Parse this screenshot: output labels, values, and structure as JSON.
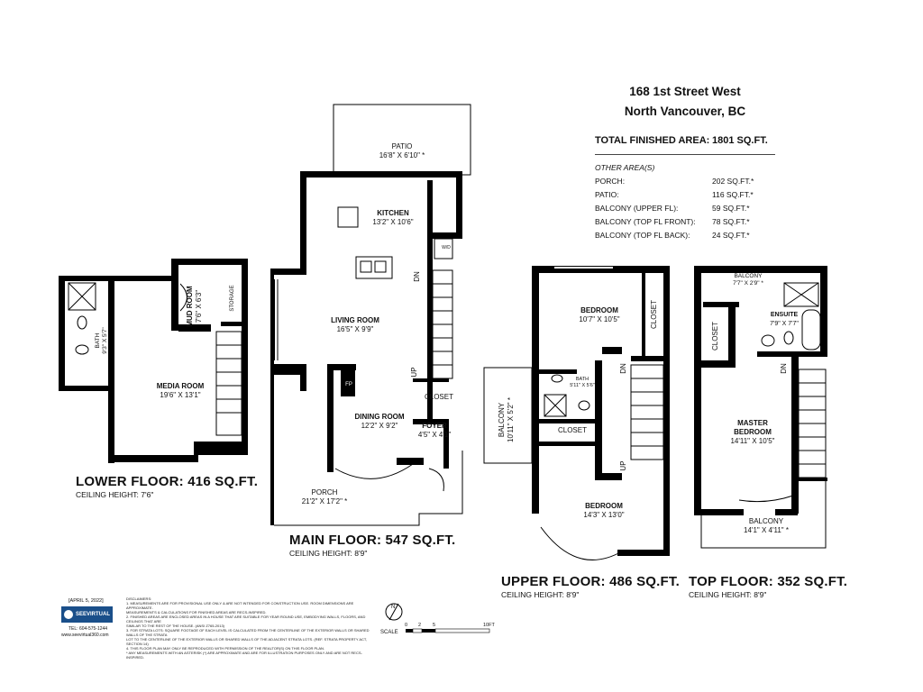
{
  "header": {
    "address_line1": "168 1st Street West",
    "address_line2": "North Vancouver, BC",
    "total_label": "TOTAL FINISHED AREA:",
    "total_value": "1801 SQ.FT."
  },
  "other_areas": {
    "heading": "OTHER AREA(S)",
    "items": [
      {
        "label": "PORCH:",
        "value": "202 SQ.FT.*"
      },
      {
        "label": "PATIO:",
        "value": "116 SQ.FT.*"
      },
      {
        "label": "BALCONY (UPPER FL):",
        "value": "59 SQ.FT.*"
      },
      {
        "label": "BALCONY (TOP FL FRONT):",
        "value": "78 SQ.FT.*"
      },
      {
        "label": "BALCONY (TOP FL BACK):",
        "value": "24 SQ.FT.*"
      }
    ]
  },
  "floors": {
    "lower": {
      "title": "LOWER FLOOR: 416 SQ.FT.",
      "ceiling": "CEILING HEIGHT: 7'6\""
    },
    "main": {
      "title": "MAIN FLOOR: 547 SQ.FT.",
      "ceiling": "CEILING HEIGHT: 8'9\""
    },
    "upper": {
      "title": "UPPER FLOOR: 486 SQ.FT.",
      "ceiling": "CEILING HEIGHT: 8'9\""
    },
    "top": {
      "title": "TOP FLOOR: 352 SQ.FT.",
      "ceiling": "CEILING HEIGHT: 8'9\""
    }
  },
  "rooms": {
    "media": {
      "name": "MEDIA ROOM",
      "dims": "19'6\" X 13'1\""
    },
    "mud": {
      "name": "MUD ROOM",
      "dims": "7'6\" X 6'3\""
    },
    "storage": {
      "name": "STORAGE"
    },
    "bath_lower": {
      "name": "BATH",
      "dims": "9'3\" X 5'7\""
    },
    "patio": {
      "name": "PATIO",
      "dims": "16'8\" X 6'10\" *"
    },
    "kitchen": {
      "name": "KITCHEN",
      "dims": "13'2\" X 10'6\""
    },
    "wd": {
      "name": "W/D"
    },
    "living": {
      "name": "LIVING ROOM",
      "dims": "16'5\" X 9'9\""
    },
    "dining": {
      "name": "DINING ROOM",
      "dims": "12'2\" X 9'2\""
    },
    "fp": {
      "name": "FP"
    },
    "closet_main": {
      "name": "CLOSET"
    },
    "foyer": {
      "name": "FOYER",
      "dims": "4'5\" X 4'1\""
    },
    "porch": {
      "name": "PORCH",
      "dims": "21'2\" X 17'2\" *"
    },
    "dn_main": {
      "name": "DN"
    },
    "up_main": {
      "name": "UP"
    },
    "bedroom_u1": {
      "name": "BEDROOM",
      "dims": "10'7\" X 10'5\""
    },
    "closet_u1": {
      "name": "CLOSET"
    },
    "bath_upper": {
      "name": "BATH",
      "dims": "5'11\" X 5'6\""
    },
    "closet_u2": {
      "name": "CLOSET"
    },
    "balcony_upper": {
      "name": "BALCONY",
      "dims": "10'11\" X 5'2\" *"
    },
    "bedroom_u2": {
      "name": "BEDROOM",
      "dims": "14'3\" X 13'0\""
    },
    "dn_upper": {
      "name": "DN"
    },
    "up_upper": {
      "name": "UP"
    },
    "balcony_top_back": {
      "name": "BALCONY",
      "dims": "7'7\" X 2'9\" *"
    },
    "ensuite": {
      "name": "ENSUITE",
      "dims": "7'9\" X 7'7\""
    },
    "closet_top": {
      "name": "CLOSET"
    },
    "master": {
      "name": "MASTER",
      "name2": "BEDROOM",
      "dims": "14'11\" X 10'5\""
    },
    "dn_top": {
      "name": "DN"
    },
    "balcony_top_front": {
      "name": "BALCONY",
      "dims": "14'1\" X 4'11\" *"
    }
  },
  "footer": {
    "date": "[APRIL 5, 2022]",
    "logo_text": "SEEVIRTUAL",
    "tel": "TEL: 604-575-1244",
    "web": "www.seevirtual360.com",
    "disclaimer_title": "DISCLAIMERS:",
    "disclaimer_lines": [
      "1. MEASUREMENTS ARE FOR PROVISIONAL USE ONLY & ARE NOT INTENDED FOR CONSTRUCTION USE. ROOM DIMENSIONS ARE APPROXIMATE.",
      "MEASUREMENTS & CALCULATIONS FOR FINISHED AREAS ARE RECS-INSPIRED.",
      "2. FINISHED AREAS ARE ENCLOSED AREAS IN A HOUSE THAT ARE SUITABLE FOR YEAR ROUND USE, EMBODYING WALLS, FLOORS, AND CEILINGS THAT ARE",
      "SIMILAR TO THE REST OF THE HOUSE. (ANSI Z765-2013)",
      "3. FOR STRATA LOTS: SQUARE FOOTAGE OF EACH LEVEL IS CALCULATED FROM THE CENTERLINE OF THE EXTERIOR WALLS OR SHARED WALLS OF THE STRATA",
      "LOT TO THE CENTERLINE OF THE EXTERIOR WALLS OR SHARED WALLS OF THE ADJACENT STRATA LOTS. (REF. STRATA PROPERTY ACT, SECTION 14)",
      "4. THIS FLOOR PLAN MAY ONLY BE REPRODUCED WITH PERMISSION OF THE REALTOR(S) ON THIS FLOOR PLAN.",
      "* ANY MEASUREMENTS WITH AN ASTERISK (*) ARE APPROXIMATE AND ARE FOR ILLUSTRATION PURPOSES ONLY AND ARE NOT RECS-INSPIRED."
    ],
    "scale_label": "SCALE",
    "scale_ticks": [
      "0",
      "2",
      "5",
      "10FT"
    ],
    "north": "N"
  }
}
